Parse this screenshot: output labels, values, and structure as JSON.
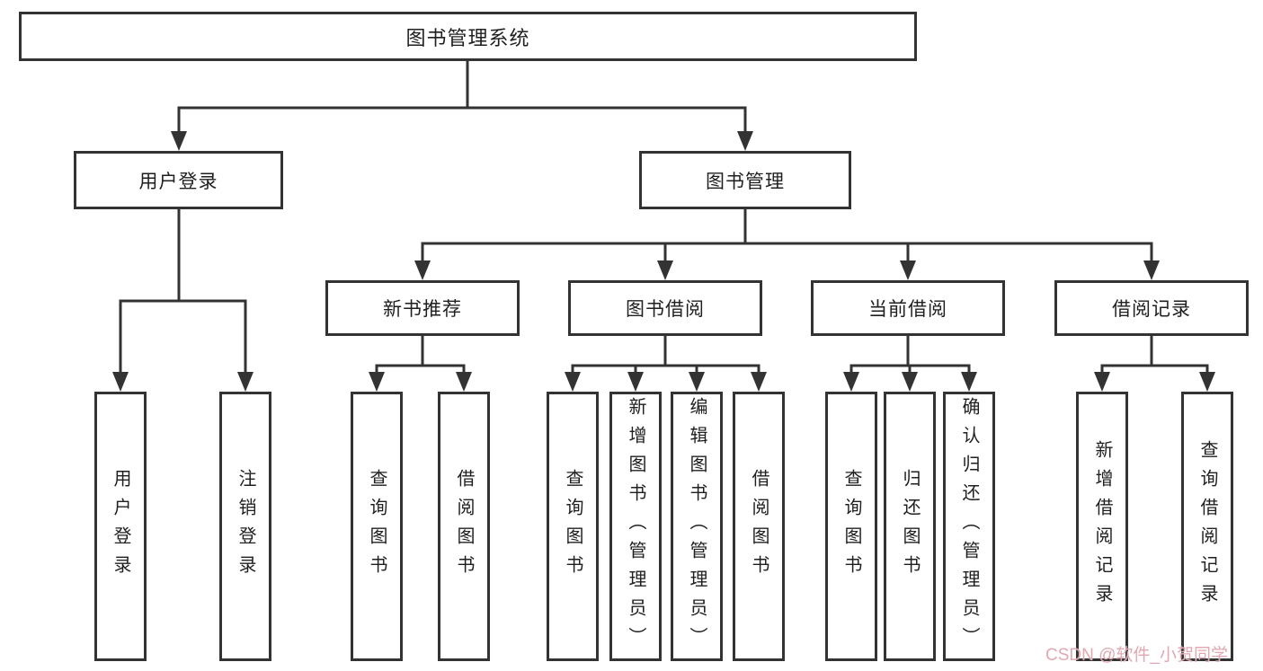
{
  "nodes": {
    "root": "图书管理系统",
    "level2": [
      "用户登录",
      "图书管理"
    ],
    "level3": [
      "新书推荐",
      "图书借阅",
      "当前借阅",
      "借阅记录"
    ],
    "leaves_login": [
      "用户登录",
      "注销登录"
    ],
    "leaves_recommend": [
      "查询图书",
      "借阅图书"
    ],
    "leaves_borrow": [
      "查询图书",
      "新增图书（管理员）",
      "编辑图书（管理员）",
      "借阅图书"
    ],
    "leaves_current": [
      "查询图书",
      "归还图书",
      "确认归还（管理员）"
    ],
    "leaves_records": [
      "新增借阅记录",
      "查询借阅记录"
    ]
  },
  "watermark": "CSDN @软件_小贺同学",
  "colors": {
    "line": "#333333",
    "box_border": "#333333",
    "box_fill": "#ffffff",
    "text": "#1f1f1f",
    "watermark": "#e2a7b1"
  }
}
